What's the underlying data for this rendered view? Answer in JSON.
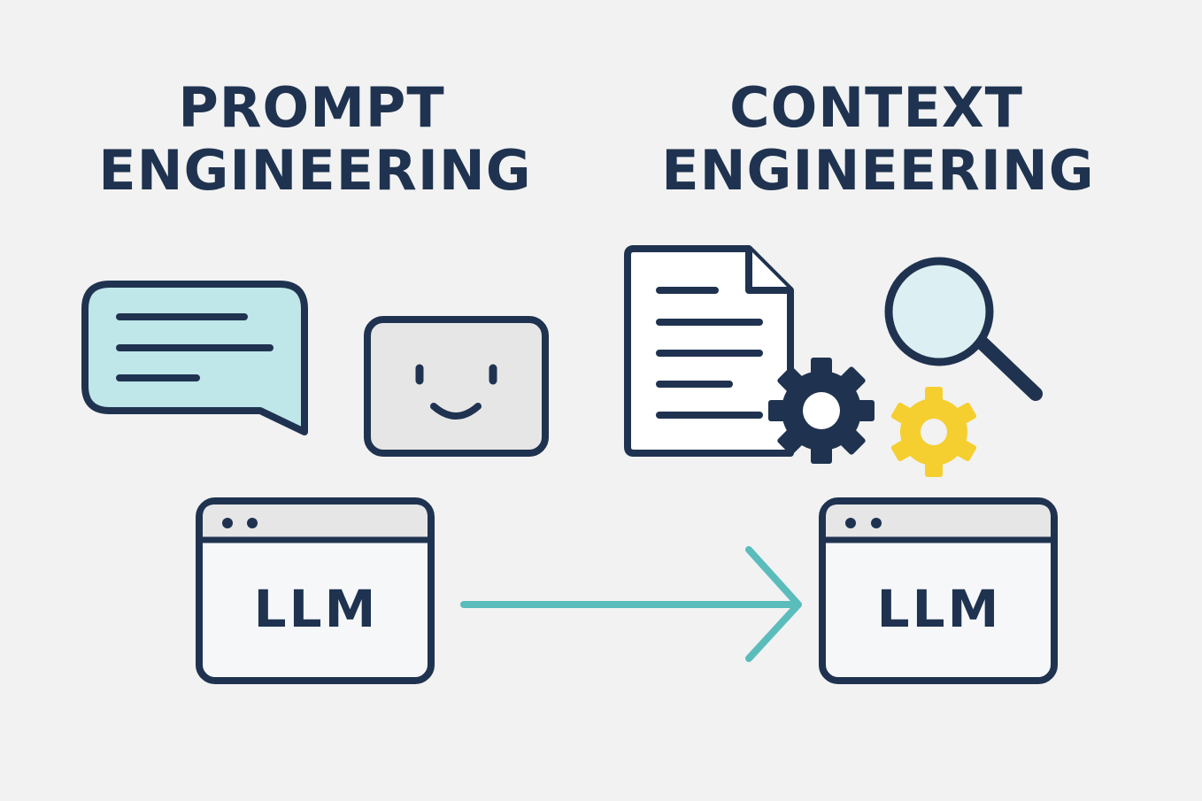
{
  "left": {
    "title_line1": "PROMPT",
    "title_line2": "ENGINEERING",
    "llm_label": "LLM"
  },
  "right": {
    "title_line1": "CONTEXT",
    "title_line2": "ENGINEERING",
    "llm_label": "LLM"
  },
  "icons": {
    "left": [
      "speech-bubble-icon",
      "smiley-card-icon",
      "llm-window-icon"
    ],
    "right": [
      "document-icon",
      "gear-icon",
      "magnifier-icon",
      "gear-icon",
      "llm-window-icon"
    ],
    "connector": "arrow-right-icon"
  },
  "colors": {
    "background": "#f2f2f2",
    "ink": "#1f3350",
    "bubble_fill": "#bfe6e8",
    "card_fill": "#e6e6e6",
    "window_fill": "#f6f7f9",
    "window_bar": "#e6e6e6",
    "lens_fill": "#dcf0f3",
    "arrow": "#5bbcbc",
    "gear_yellow": "#f5cf2f"
  }
}
